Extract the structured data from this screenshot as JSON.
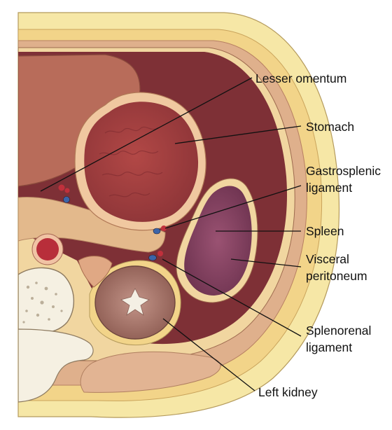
{
  "labels": {
    "lesser_omentum": "Lesser omentum",
    "stomach": "Stomach",
    "gastrosplenic_1": "Gastrosplenic",
    "gastrosplenic_2": "ligament",
    "spleen": "Spleen",
    "visceral_1": "Visceral",
    "visceral_2": "peritoneum",
    "splenorenal_1": "Splenorenal",
    "splenorenal_2": "ligament",
    "left_kidney": "Left kidney"
  },
  "colors": {
    "skin": "#f6e7a6",
    "fat": "#f2d489",
    "muscle": "#dfb08c",
    "cavity": "#7e3036",
    "liver": "#b86c5a",
    "stomach": "#c0504e",
    "spleen": "#8d4a66",
    "kidney": "#a8776b",
    "bone": "#f5f0e2",
    "artery": "#c0303c",
    "vein": "#3c64a8"
  }
}
